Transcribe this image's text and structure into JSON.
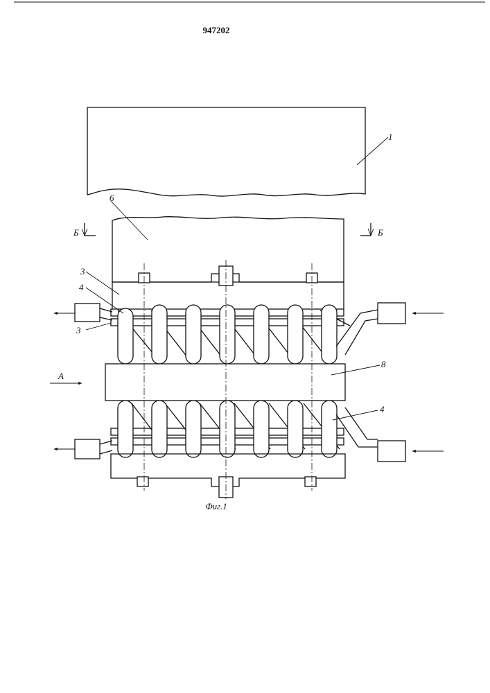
{
  "document": {
    "patent_number": "947202",
    "figure_caption": "Фиг.1"
  },
  "labels": {
    "part_1": "1",
    "part_6": "6",
    "part_3_top": "3",
    "part_4_top": "4",
    "part_3_lower": "3",
    "part_8": "8",
    "part_4_lower": "4",
    "view_A": "A",
    "section_left": "Б",
    "section_right": "Б"
  }
}
